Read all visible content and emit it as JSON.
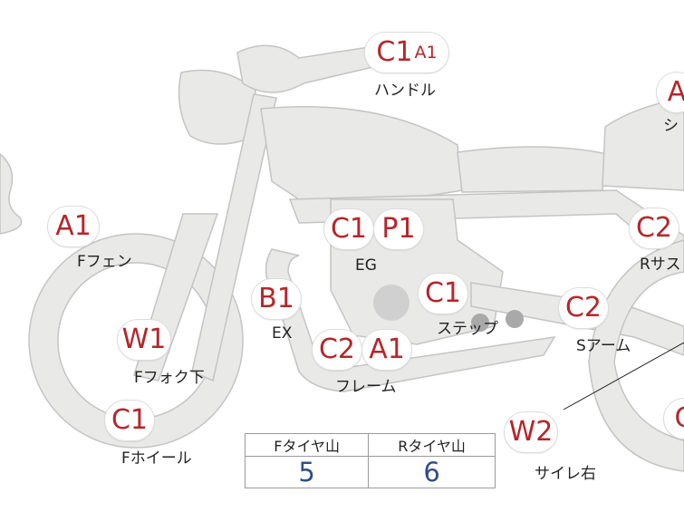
{
  "badges": {
    "handle": {
      "grade": "C1",
      "sub": "A1"
    },
    "seat": {
      "grade": "A"
    },
    "f_fender": {
      "grade": "A1"
    },
    "engine_1": {
      "grade": "C1"
    },
    "engine_2": {
      "grade": "P1"
    },
    "r_susp": {
      "grade": "C2"
    },
    "ex": {
      "grade": "B1"
    },
    "step": {
      "grade": "C1"
    },
    "s_arm": {
      "grade": "C2"
    },
    "f_fork": {
      "grade": "W1"
    },
    "frame_1": {
      "grade": "C2"
    },
    "frame_2": {
      "grade": "A1"
    },
    "f_wheel": {
      "grade": "C1"
    },
    "side_r": {
      "grade": "W2"
    },
    "r_wheel": {
      "grade": "C"
    }
  },
  "labels": {
    "handle": "ハンドル",
    "seat": "シ",
    "f_fender": "Fフェン",
    "eg": "EG",
    "r_susp": "Rサス",
    "ex": "EX",
    "step": "ステップ",
    "s_arm": "Sアーム",
    "f_fork": "Fフォク下",
    "frame": "フレーム",
    "f_wheel": "Fホイール",
    "side_r": "サイレ右"
  },
  "tire_table": {
    "headers": [
      "Fタイヤ山",
      "Rタイヤ山"
    ],
    "values": [
      "5",
      "6"
    ]
  },
  "colors": {
    "grade_red": "#b5262a",
    "tire_value_blue": "#2f4d8c",
    "bike_fill": "#e9e9e7",
    "bike_stroke": "#c4c4c4"
  }
}
